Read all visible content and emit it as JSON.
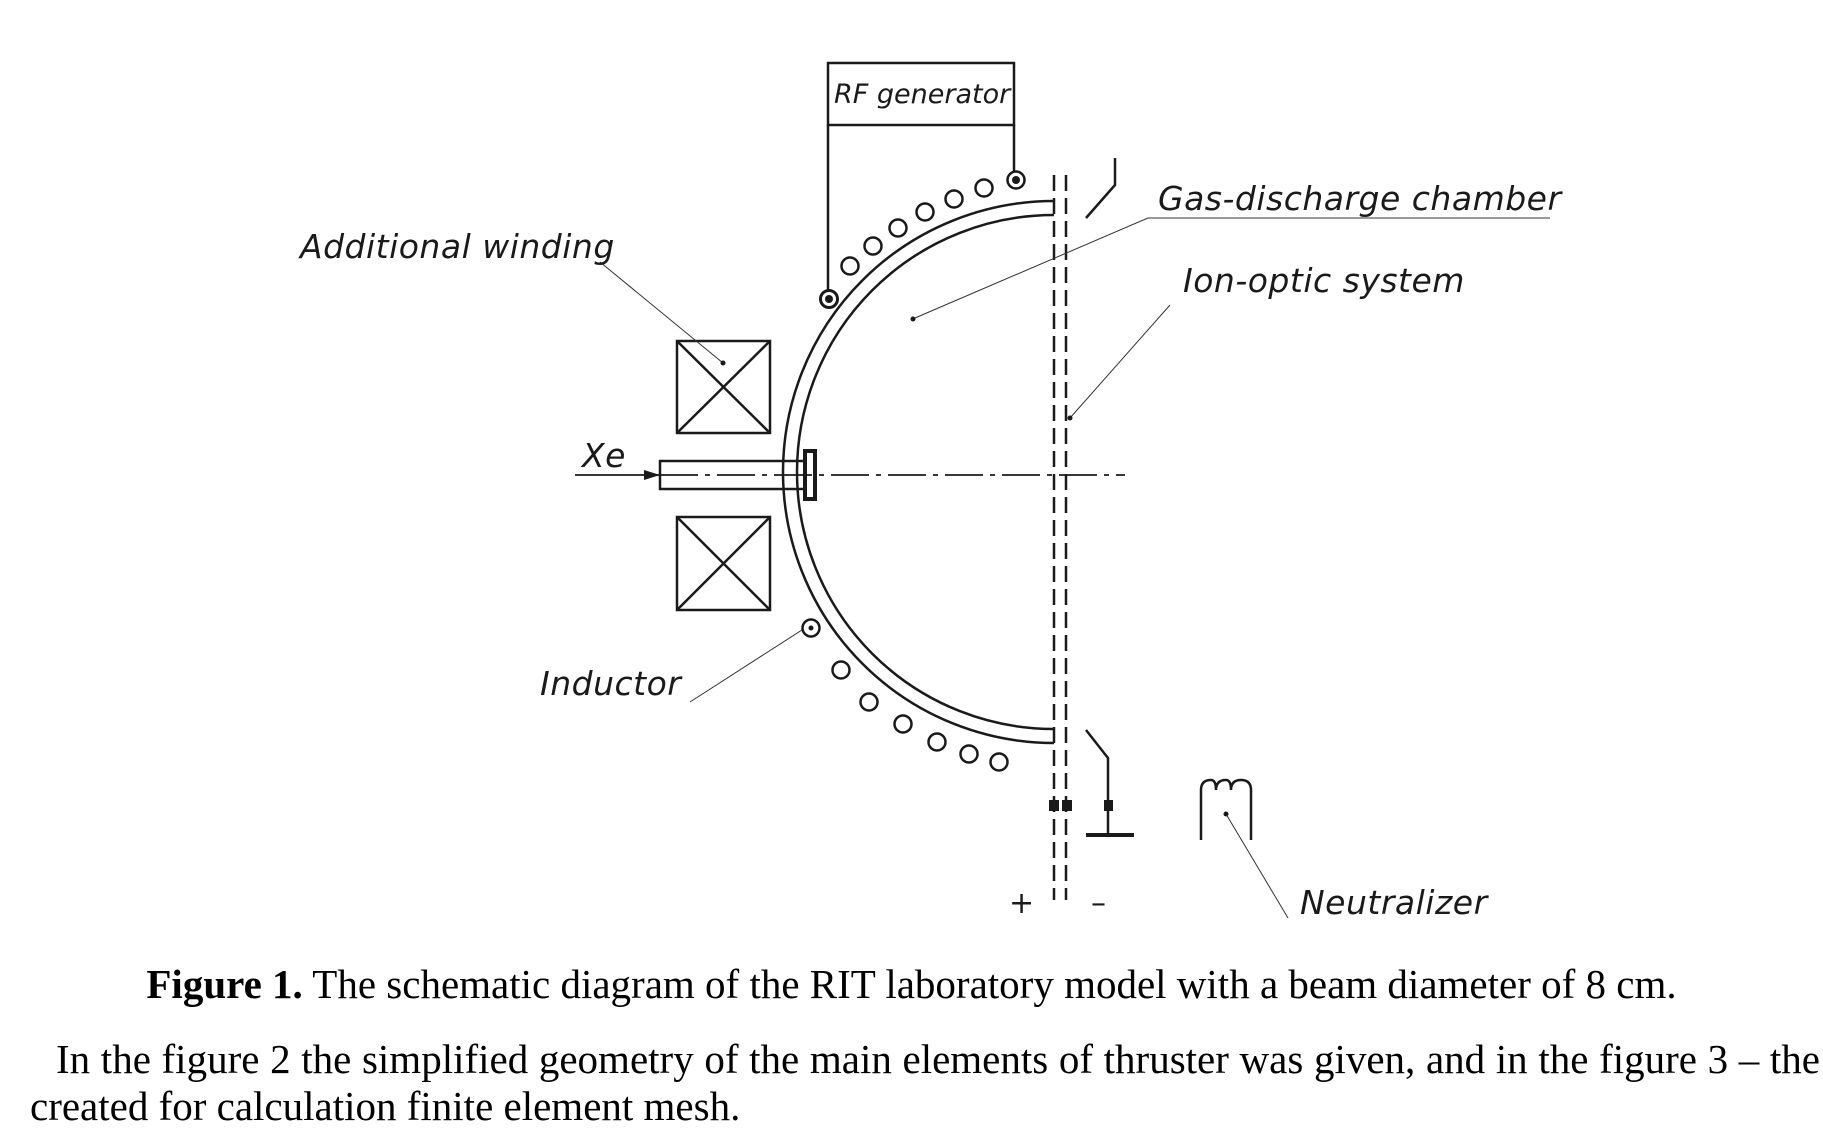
{
  "figure": {
    "labels": {
      "rf_generator": "RF generator",
      "gas_discharge_chamber": "Gas-discharge chamber",
      "ion_optic_system": "Ion-optic system",
      "additional_winding": "Additional winding",
      "xe": "Xe",
      "inductor": "Inductor",
      "neutralizer": "Neutralizer",
      "plus": "+",
      "minus": "–"
    },
    "caption": {
      "label": "Figure 1.",
      "text": " The schematic diagram of the RIT laboratory model with a beam diameter of 8 cm."
    }
  },
  "body": {
    "paragraph": "In the figure 2 the simplified geometry of the main elements of thruster was given, and in the figure 3 – the created for calculation finite element mesh."
  },
  "colors": {
    "ink": "#1a1a1a",
    "background": "#ffffff"
  }
}
